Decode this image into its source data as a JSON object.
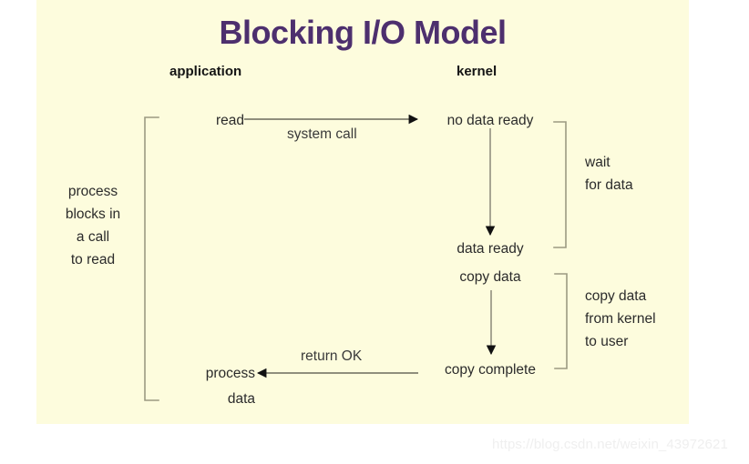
{
  "diagram": {
    "title": "Blocking I/O Model",
    "title_color": "#4d2f6e",
    "panel_color": "#fdfcdd",
    "columns": {
      "left": "application",
      "right": "kernel"
    },
    "nodes": {
      "read": "read",
      "no_data_ready": "no data ready",
      "data_ready": "data ready",
      "copy_data": "copy data",
      "copy_complete": "copy complete",
      "process_data_line1": "process",
      "process_data_line2": "data"
    },
    "edges": {
      "system_call": "system call",
      "return_ok": "return OK"
    },
    "annotations": {
      "process_blocks_line1": "process",
      "process_blocks_line2": "blocks in",
      "process_blocks_line3": "a call",
      "process_blocks_line4": "to read",
      "wait_line1": "wait",
      "wait_line2": "for data",
      "copy_from_kernel_line1": "copy data",
      "copy_from_kernel_line2": "from kernel",
      "copy_from_kernel_line3": "to user"
    }
  },
  "watermark": {
    "text": "https://blog.csdn.net/weixin_43972621"
  }
}
